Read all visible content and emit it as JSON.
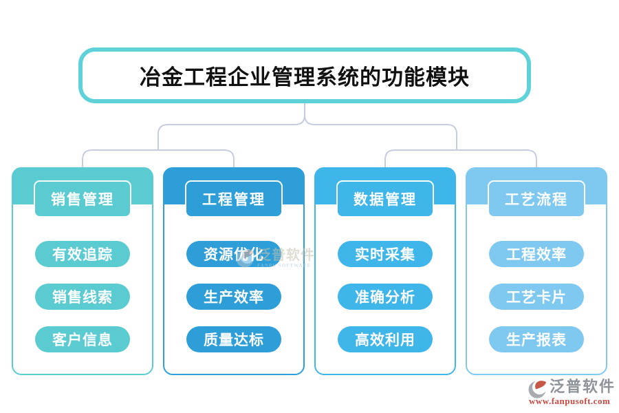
{
  "title": "冶金工程企业管理系统的功能模块",
  "colors": {
    "title_border": "#5ED2D8",
    "connector": "#C6CDE0",
    "column_sales": "#5BCBD2",
    "column_engineering": "#2D9ED8",
    "column_data": "#3EB6EA",
    "column_process": "#7FC9F1",
    "footer_brand_gray": "#8E9399",
    "footer_url_red": "#CC4840",
    "logo_red": "#C65848",
    "logo_gray": "#A9ACB1"
  },
  "columns": [
    {
      "header": "销售管理",
      "color": "#5BCBD2",
      "items": [
        "有效追踪",
        "销售线索",
        "客户信息"
      ]
    },
    {
      "header": "工程管理",
      "color": "#2D9ED8",
      "items": [
        "资源优化",
        "生产效率",
        "质量达标"
      ]
    },
    {
      "header": "数据管理",
      "color": "#3EB6EA",
      "items": [
        "实时采集",
        "准确分析",
        "高效利用"
      ]
    },
    {
      "header": "工艺流程",
      "color": "#7FC9F1",
      "items": [
        "工程效率",
        "工艺卡片",
        "生产报表"
      ]
    }
  ],
  "watermark": {
    "text": "泛普软件",
    "subtext": "FANPU SOFTWARE"
  },
  "footer": {
    "brand": "泛普软件",
    "url": "www.fanpusoft.com"
  }
}
